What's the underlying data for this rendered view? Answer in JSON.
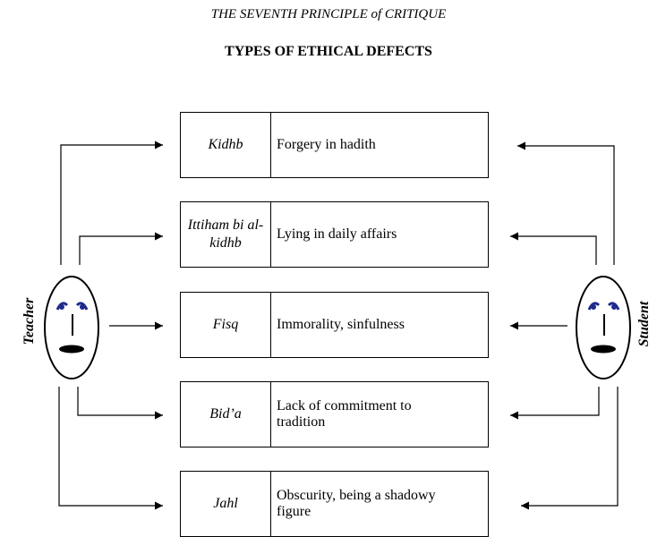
{
  "title": "THE SEVENTH PRINCIPLE of CRITIQUE",
  "subtitle": "TYPES OF ETHICAL DEFECTS",
  "left_label": "Teacher",
  "right_label": "Student",
  "defects": [
    {
      "term": "Kidhb",
      "meaning": "Forgery in hadith"
    },
    {
      "term": "Ittiham bi al-kidhb",
      "meaning": "Lying in daily affairs"
    },
    {
      "term": "Fisq",
      "meaning": "Immorality, sinfulness"
    },
    {
      "term": "Bid’a",
      "meaning": "Lack of commitment to tradition"
    },
    {
      "term": "Jahl",
      "meaning": "Obscurity, being a shadowy figure"
    }
  ],
  "colors": {
    "eye_blue": "#1f2a8c",
    "line": "#000000"
  },
  "icons": [
    "face-icon",
    "arrow-right-icon",
    "arrow-left-icon"
  ]
}
